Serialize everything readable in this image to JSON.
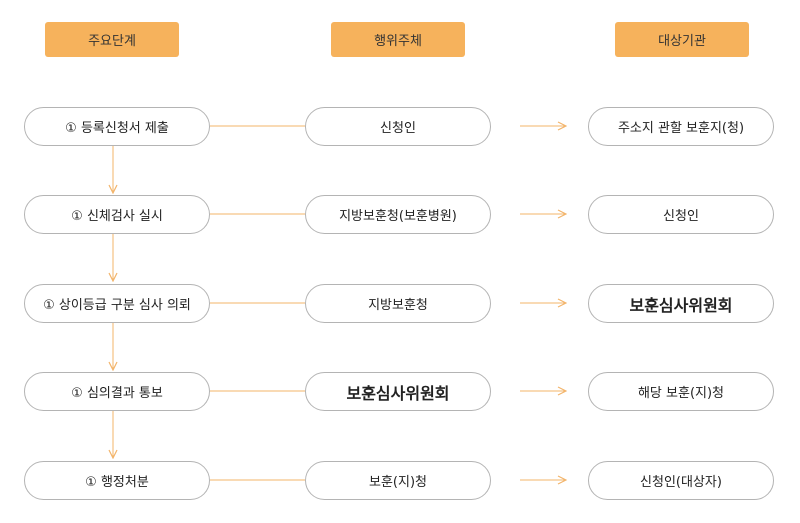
{
  "headers": {
    "stage": "주요단계",
    "actor": "행위주체",
    "target": "대상기관"
  },
  "rows": [
    {
      "stage": "① 등록신청서 제출",
      "actor": "신청인",
      "target": "주소지 관할 보훈지(청)"
    },
    {
      "stage": "① 신체검사 실시",
      "actor": "지방보훈청(보훈병원)",
      "target": "신청인"
    },
    {
      "stage": "① 상이등급 구분 심사 의뢰",
      "actor": "지방보훈청",
      "target": "보훈심사위원회"
    },
    {
      "stage": "① 심의결과 통보",
      "actor": "보훈심사위원회",
      "target": "해당 보훈(지)청"
    },
    {
      "stage": "① 행정처분",
      "actor": "보훈(지)청",
      "target": "신청인(대상자)"
    }
  ],
  "colors": {
    "header_fill": "#f6b25c",
    "connector": "#f3b46a",
    "pill_border": "#b4b4b4"
  }
}
